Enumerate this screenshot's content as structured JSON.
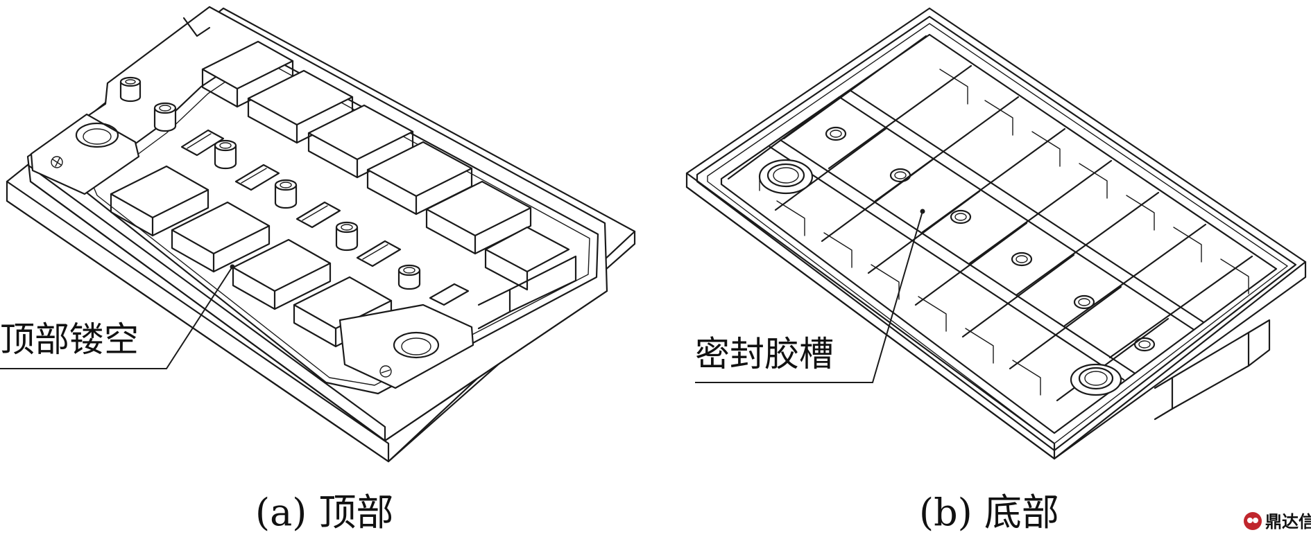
{
  "panel_a": {
    "callout": "顶部镂空",
    "caption": "(a) 顶部"
  },
  "panel_b": {
    "callout": "密封胶槽",
    "caption": "(b) 底部"
  },
  "watermark": {
    "text": "鼎达信",
    "icon": "dingdaxin-logo-icon",
    "color": "#c0262d"
  }
}
